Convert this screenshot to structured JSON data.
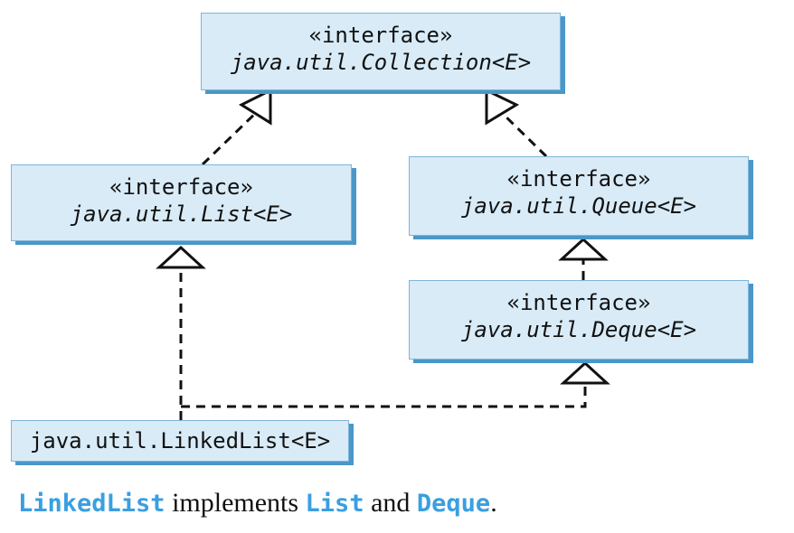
{
  "nodes": {
    "collection": {
      "stereotype": "«interface»",
      "name": "java.util.Collection<E>"
    },
    "list": {
      "stereotype": "«interface»",
      "name": "java.util.List<E>"
    },
    "queue": {
      "stereotype": "«interface»",
      "name": "java.util.Queue<E>"
    },
    "deque": {
      "stereotype": "«interface»",
      "name": "java.util.Deque<E>"
    },
    "linkedlist": {
      "name": "java.util.LinkedList<E>"
    }
  },
  "relations": [
    {
      "from": "list",
      "to": "collection",
      "type": "interface-extends"
    },
    {
      "from": "queue",
      "to": "collection",
      "type": "interface-extends"
    },
    {
      "from": "deque",
      "to": "queue",
      "type": "interface-extends"
    },
    {
      "from": "linkedlist",
      "to": "list",
      "type": "implements"
    },
    {
      "from": "linkedlist",
      "to": "deque",
      "type": "implements"
    }
  ],
  "caption": {
    "class_name": "LinkedList",
    "text1": " implements ",
    "iface1": "List",
    "text2": " and ",
    "iface2": "Deque",
    "end": "."
  },
  "colors": {
    "box_fill": "#d8ebf7",
    "box_shadow": "#4a97c9",
    "code_blue": "#3a9fe0"
  }
}
